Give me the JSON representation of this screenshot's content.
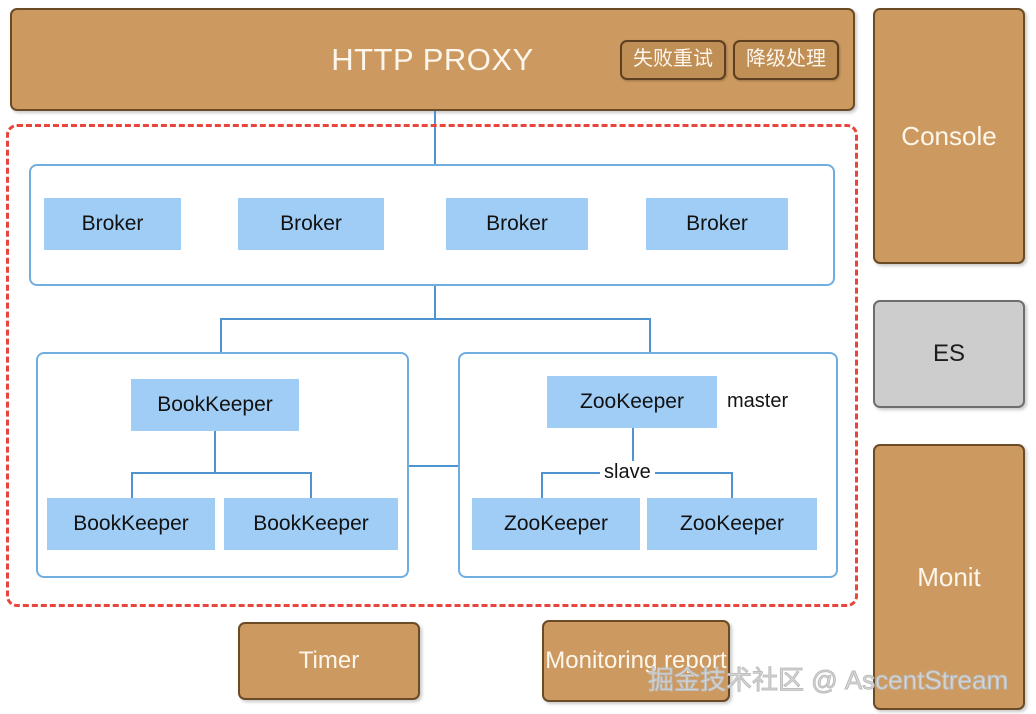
{
  "header": {
    "title": "HTTP PROXY",
    "badges": [
      {
        "label": "失败重试"
      },
      {
        "label": "降级处理"
      }
    ]
  },
  "cluster": {
    "broker_row": {
      "nodes": [
        {
          "label": "Broker"
        },
        {
          "label": "Broker"
        },
        {
          "label": "Broker"
        },
        {
          "label": "Broker"
        }
      ]
    },
    "bookkeeper_group": {
      "master": {
        "label": "BookKeeper"
      },
      "slaves": [
        {
          "label": "BookKeeper"
        },
        {
          "label": "BookKeeper"
        }
      ]
    },
    "zookeeper_group": {
      "master": {
        "label": "ZooKeeper"
      },
      "master_role": "master",
      "slave_role": "slave",
      "slaves": [
        {
          "label": "ZooKeeper"
        },
        {
          "label": "ZooKeeper"
        }
      ]
    }
  },
  "bottom": {
    "timer": "Timer",
    "monitoring_report": "Monitoring report"
  },
  "sidebar": {
    "items": [
      {
        "label": "Console"
      },
      {
        "label": "ES"
      },
      {
        "label": "Monit"
      }
    ]
  },
  "watermark": "掘金技术社区 @ AscentStream",
  "colors": {
    "tan": "#cc9a60",
    "tan_border": "#6b4a26",
    "node_blue": "#a0cdf5",
    "container_blue": "#70aee0",
    "connector_blue": "#4f93d1",
    "dashed_red": "#e8453c",
    "gray": "#cdcdcd",
    "gray_border": "#6e6e6e"
  }
}
